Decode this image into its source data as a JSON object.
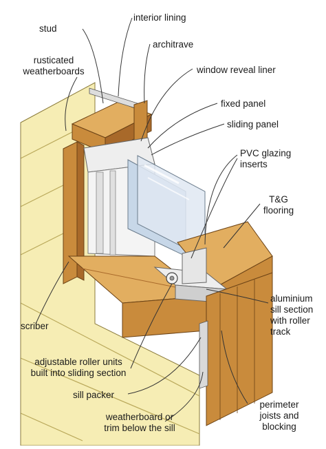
{
  "labels": {
    "stud": "stud",
    "interior_lining": "interior lining",
    "architrave": "architrave",
    "rusticated_weatherboards_1": "rusticated",
    "rusticated_weatherboards_2": "weatherboards",
    "window_reveal_liner": "window reveal liner",
    "fixed_panel": "fixed panel",
    "sliding_panel": "sliding panel",
    "pvc_glazing_inserts_1": "PVC glazing",
    "pvc_glazing_inserts_2": "inserts",
    "tg_flooring_1": "T&G",
    "tg_flooring_2": "flooring",
    "aluminium_sill_1": "aluminium",
    "aluminium_sill_2": "sill section",
    "aluminium_sill_3": "with roller",
    "aluminium_sill_4": "track",
    "scriber": "scriber",
    "roller_units_1": "adjustable roller units",
    "roller_units_2": "built into sliding section",
    "sill_packer": "sill packer",
    "weatherboard_trim_1": "weatherboard or",
    "weatherboard_trim_2": "trim below the sill",
    "perimeter_joists_1": "perimeter",
    "perimeter_joists_2": "joists and",
    "perimeter_joists_3": "blocking"
  },
  "colors": {
    "cladding": "#f6edb4",
    "cladding_shadow": "#e3d48f",
    "timber": "#c98b3c",
    "timber_dark": "#a8692a",
    "timber_light": "#e2ae60",
    "aluminium": "#eeeeee",
    "aluminium_dark": "#9a9a9a",
    "glass": "#c7d7e8",
    "glass_light": "#eef3f8",
    "leader": "#333333"
  }
}
